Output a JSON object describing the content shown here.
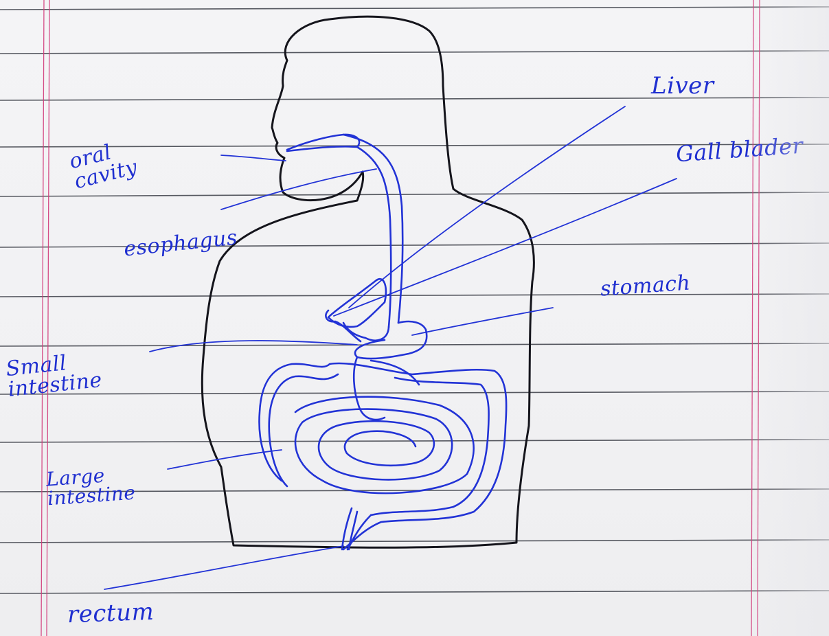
{
  "labels": {
    "liver": "Liver",
    "gall_bladder": "Gall blader",
    "oral_cavity": "oral\ncavity",
    "esophagus": "esophagus",
    "stomach": "stomach",
    "small_intestine": "Small\nintestine",
    "large_intestine": "Large\nintestine",
    "rectum": "rectum"
  },
  "colors": {
    "ink_blue": "#2233d6",
    "ink_black": "#15151c",
    "margin_red": "#d23a7a",
    "rule_gray": "#3a3d46",
    "paper": "#f3f3f5"
  }
}
